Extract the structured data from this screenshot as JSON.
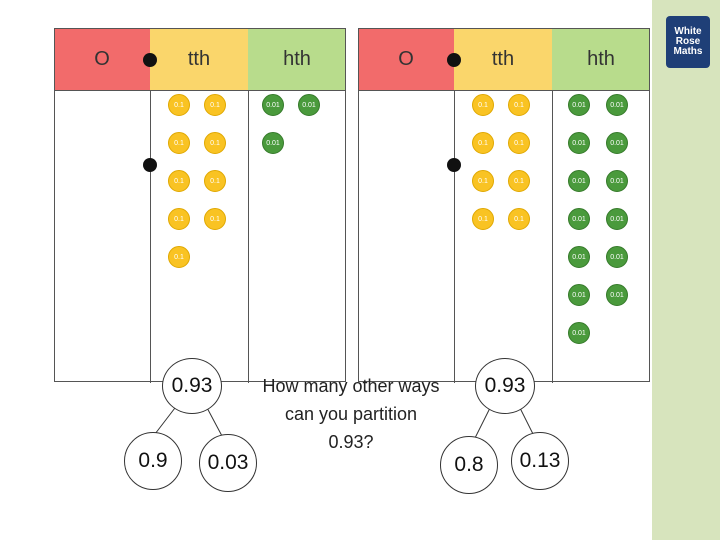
{
  "logo": {
    "line1": "White",
    "line2": "Rose",
    "line3": "Maths",
    "bg": "#1f3f77"
  },
  "colors": {
    "ones": "#f26b6b",
    "tenths": "#fad66b",
    "hundredths": "#b8dc8c",
    "tenth_counter": "#f9c323",
    "hundredth_counter": "#4a9a3c",
    "sidebar": "#d7e4bd"
  },
  "left_table": {
    "headers": {
      "ones": "O",
      "tenths": "tth",
      "hundredths": "hth"
    },
    "tenth_counter_label": "0.1",
    "hundredth_counter_label": "0.01",
    "tenths_count": 9,
    "hundredths_count": 3
  },
  "right_table": {
    "headers": {
      "ones": "O",
      "tenths": "tth",
      "hundredths": "hth"
    },
    "tenth_counter_label": "0.1",
    "hundredth_counter_label": "0.01",
    "tenths_count": 8,
    "hundredths_count": 13
  },
  "left_partition": {
    "whole": "0.93",
    "part1": "0.9",
    "part2": "0.03"
  },
  "right_partition": {
    "whole": "0.93",
    "part1": "0.8",
    "part2": "0.13"
  },
  "question": "How many other ways can you partition 0.93?"
}
